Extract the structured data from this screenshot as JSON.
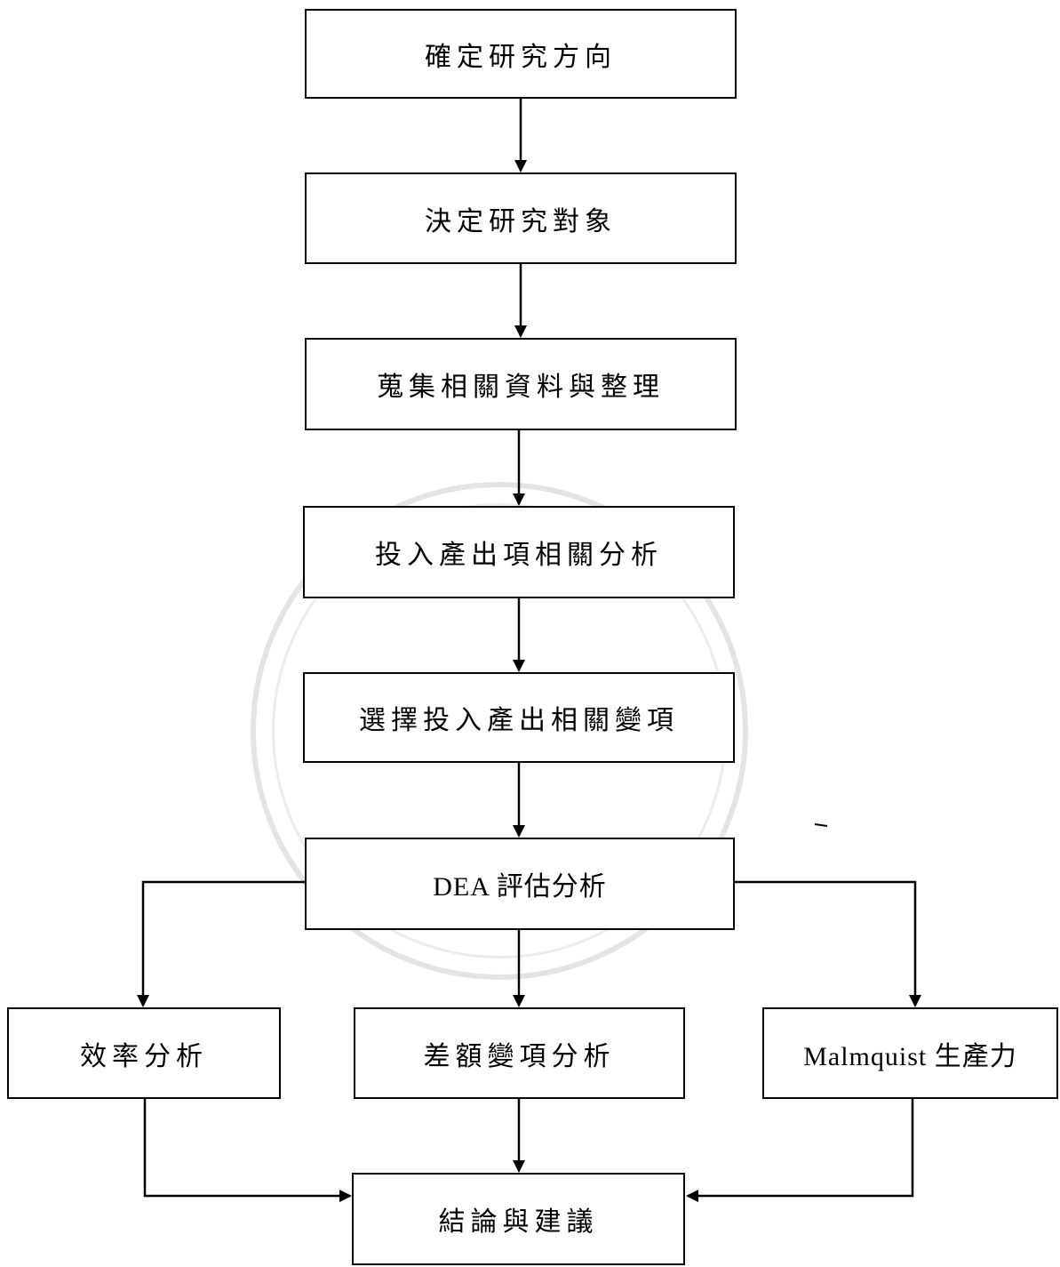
{
  "steps": {
    "s1": "確定研究方向",
    "s2": "決定研究對象",
    "s3": "蒐集相關資料與整理",
    "s4": "投入產出項相關分析",
    "s5": "選擇投入產出相關變項",
    "s6": "DEA 評估分析",
    "s7a": "效率分析",
    "s7b": "差額變項分析",
    "s7c": "Malmquist 生產力",
    "s8": "結論與建議"
  },
  "colors": {
    "line": "#000000",
    "watermark": "#e4e4e4"
  }
}
